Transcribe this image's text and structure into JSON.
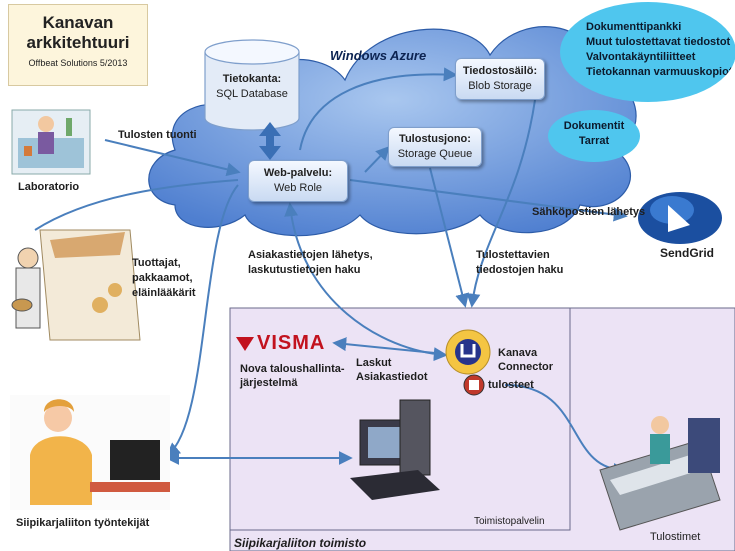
{
  "title": {
    "line1": "Kanavan",
    "line2": "arkkitehtuuri",
    "subtitle": "Offbeat Solutions 5/2013"
  },
  "cloud": {
    "label": "Windows Azure"
  },
  "nodes": {
    "db": {
      "name": "Tietokanta:",
      "tech": "SQL Database"
    },
    "blob": {
      "name": "Tiedostosäilö:",
      "tech": "Blob Storage"
    },
    "queue": {
      "name": "Tulostusjono:",
      "tech": "Storage Queue"
    },
    "web": {
      "name": "Web-palvelu:",
      "tech": "Web Role"
    }
  },
  "blob_bubble": [
    "Dokumenttipankki",
    "Muut tulostettavat tiedostot",
    "Valvontakäyntiliitteet",
    "Tietokannan varmuuskopiot"
  ],
  "queue_bubble": [
    "Dokumentit",
    "Tarrat"
  ],
  "actors": {
    "lab": "Laboratorio",
    "producers": [
      "Tuottajat,",
      "pakkaamot,",
      "eläinlääkärit"
    ],
    "workers": "Siipikarjaliiton työntekijät",
    "printers": "Tulostimet",
    "sendgrid": "SendGrid"
  },
  "arrows": {
    "results_import": "Tulosten tuonti",
    "email": "Sähköpostien lähetys",
    "customer_send": [
      "Asiakastietojen lähetys,",
      "laskutustietojen haku"
    ],
    "print_files": [
      "Tulostettavien",
      "tiedostojen haku"
    ],
    "invoices": [
      "Laskut",
      "Asiakastiedot"
    ]
  },
  "office": {
    "label": "Siipikarjaliiton toimisto",
    "server": "Toimistopalvelin",
    "visma_logo": "VISMA",
    "visma_desc": [
      "Nova taloushallinta-",
      "järjestelmä"
    ],
    "connector": [
      "Kanava",
      "Connector"
    ],
    "prints": "tulosteet"
  },
  "colors": {
    "cloud": "#5b89d6",
    "arrow": "#4a7fbd",
    "bubble": "#4fc6ee",
    "office_bg": "#ece3f5",
    "visma_red": "#c2121e"
  }
}
